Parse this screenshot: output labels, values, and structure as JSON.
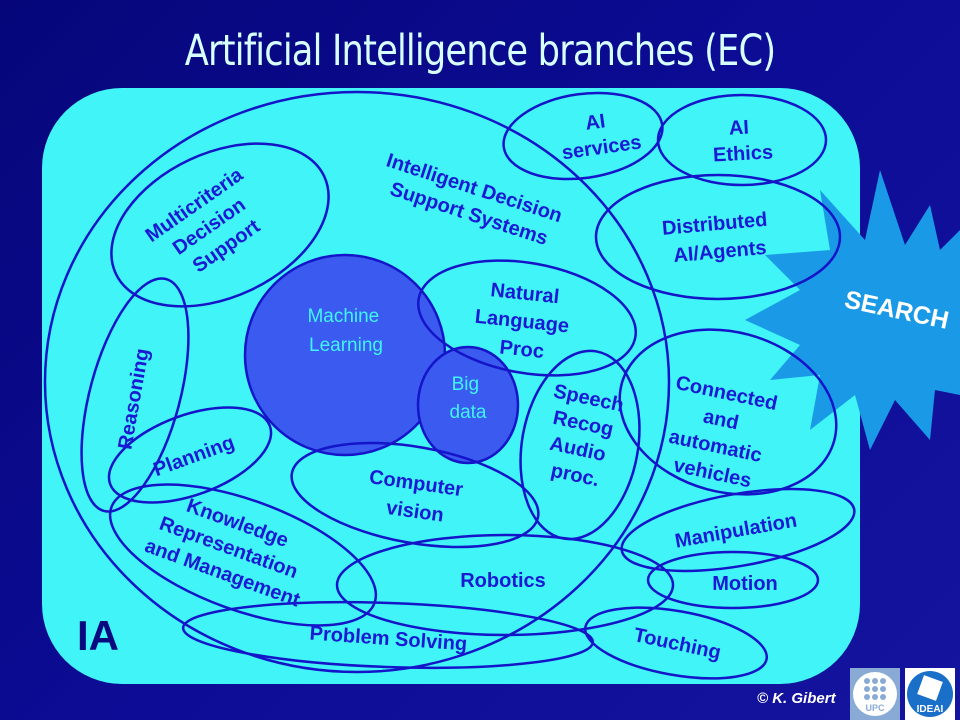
{
  "title": "Artificial Intelligence branches (EC)",
  "labels": {
    "ia": "IA",
    "multicriteria": [
      "Multicriteria",
      "Decision",
      "Support"
    ],
    "idss": [
      "Intelligent Decision",
      "Support Systems"
    ],
    "ai_services": [
      "AI",
      "services"
    ],
    "ai_ethics": [
      "AI",
      "Ethics"
    ],
    "distributed": [
      "Distributed",
      "AI/Agents"
    ],
    "search": "SEARCH",
    "machine_learning": [
      "Machine",
      "Learning"
    ],
    "big_data": [
      "Big",
      "data"
    ],
    "nlp": [
      "Natural",
      "Language",
      "Proc"
    ],
    "reasoning": "Reasoning",
    "planning": "Planning",
    "speech": [
      "Speech",
      "Recog",
      "Audio",
      "proc."
    ],
    "connected": [
      "Connected",
      "and",
      "automatic",
      "vehicles"
    ],
    "computer_vision": [
      "Computer",
      "vision"
    ],
    "knowledge": [
      "Knowledge",
      "Representation",
      "and Management"
    ],
    "robotics": "Robotics",
    "manipulation": "Manipulation",
    "motion": "Motion",
    "problem_solving": "Problem Solving",
    "touching": "Touching"
  },
  "footer": {
    "credit": "© K. Gibert",
    "logo_upc": "UPC",
    "logo_ideai": "IDEAI"
  },
  "colors": {
    "panel": "#40f4f8",
    "stroke": "#1414c8",
    "ml_fill": "#3a5af0",
    "text": "#1a1ad4"
  }
}
